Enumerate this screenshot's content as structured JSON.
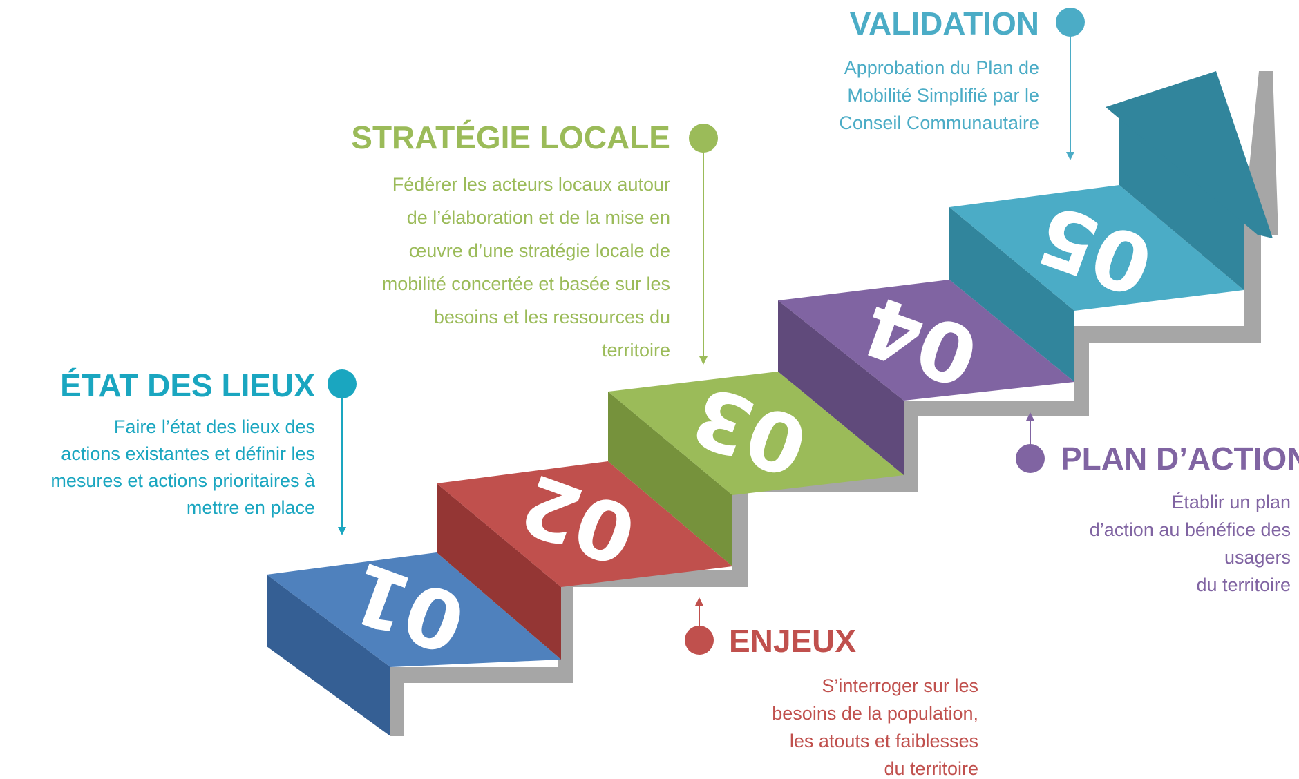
{
  "colors": {
    "blue": "#4f81bd",
    "red": "#c0504d",
    "green": "#9bbb59",
    "purple": "#8064a2",
    "teal": "#4bacc6",
    "teal_title": "#1aa6c0",
    "shadow": "#a6a6a6"
  },
  "steps": [
    {
      "number": "01",
      "color": "blue"
    },
    {
      "number": "02",
      "color": "red"
    },
    {
      "number": "03",
      "color": "green"
    },
    {
      "number": "04",
      "color": "purple"
    },
    {
      "number": "05",
      "color": "teal"
    }
  ],
  "labels": {
    "etat_des_lieux": {
      "title": "ÉTAT DES LIEUX",
      "lines": [
        "Faire l’état des lieux des",
        "actions existantes et définir les",
        "mesures et  actions prioritaires à",
        "mettre en place"
      ]
    },
    "enjeux": {
      "title": "ENJEUX",
      "lines": [
        "S’interroger sur les",
        "besoins de la population,",
        "les atouts et faiblesses",
        "du territoire"
      ]
    },
    "strategie_locale": {
      "title": "STRATÉGIE LOCALE",
      "lines": [
        "Fédérer les acteurs locaux autour",
        "de l’élaboration et de la mise en",
        "œuvre d’une stratégie locale de",
        "mobilité concertée et basée sur les",
        "besoins et les ressources du",
        "territoire"
      ]
    },
    "plan_action": {
      "title": "PLAN D’ACTION",
      "lines": [
        "Établir un plan",
        "d’action au bénéfice des",
        "usagers",
        "du territoire"
      ]
    },
    "validation": {
      "title": "VALIDATION",
      "lines": [
        "Approbation du Plan de",
        "Mobilité Simplifié par le",
        "Conseil Communautaire"
      ]
    }
  }
}
